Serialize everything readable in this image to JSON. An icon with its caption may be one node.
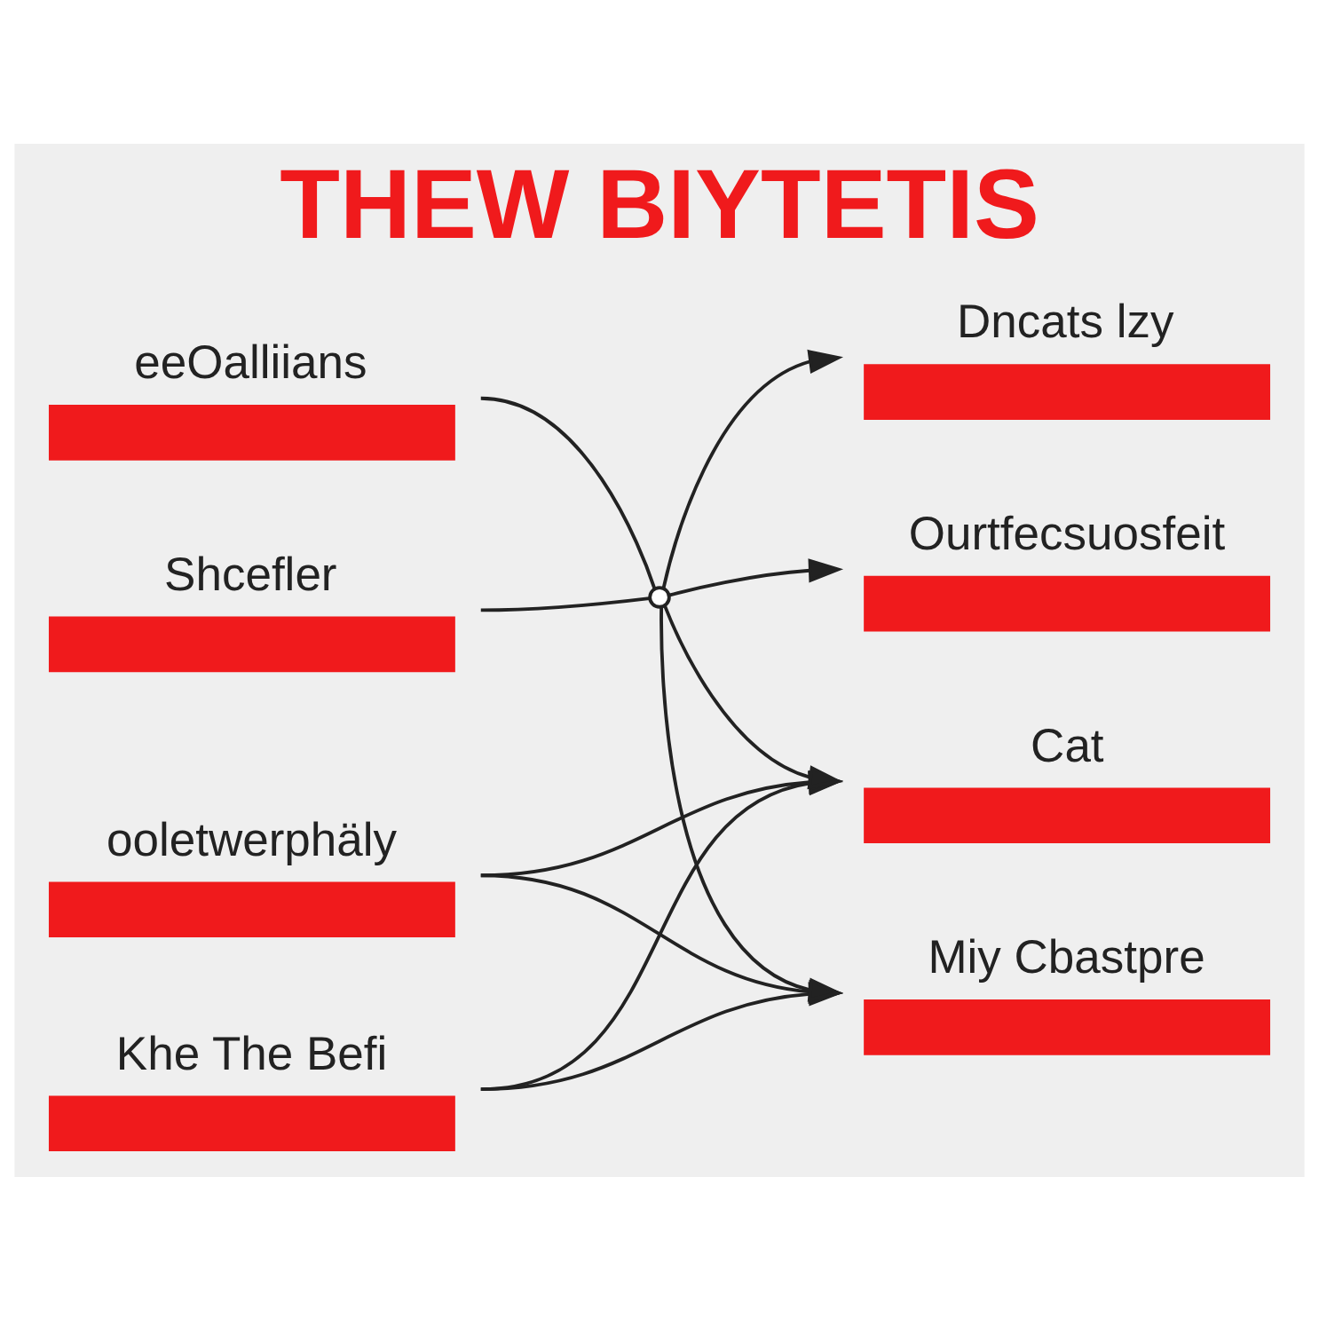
{
  "diagram": {
    "title": "THEW BIYTETIS",
    "nodes": [
      {
        "text": [
          "eeOalliians"
        ]
      },
      {
        "text": [
          "Dncats lzy"
        ]
      },
      {
        "text": [
          "Shcefler"
        ]
      },
      {
        "text": [
          "Ourtfecsuosfeit"
        ]
      },
      {
        "text": [],
        "shape": "circle"
      },
      {
        "text": [
          "ooletwerphäly"
        ]
      },
      {
        "text": [
          "Cat"
        ]
      },
      {
        "text": [
          "Khe The Befi"
        ]
      },
      {
        "text": [
          "Miy Cbastpre"
        ]
      }
    ],
    "edges": [
      {
        "from": 0,
        "to": 4,
        "arrow": "none"
      },
      {
        "from": 2,
        "to": 4,
        "arrow": "none"
      },
      {
        "from": 4,
        "to": 1,
        "arrow": "to"
      },
      {
        "from": 4,
        "to": 3,
        "arrow": "to"
      },
      {
        "from": 4,
        "to": 6,
        "arrow": "to"
      },
      {
        "from": 4,
        "to": 8,
        "arrow": "to"
      },
      {
        "from": 5,
        "to": 6,
        "arrow": "to"
      },
      {
        "from": 5,
        "to": 8,
        "arrow": "to"
      },
      {
        "from": 7,
        "to": 6,
        "arrow": "to"
      },
      {
        "from": 7,
        "to": 8,
        "arrow": "to"
      }
    ]
  }
}
